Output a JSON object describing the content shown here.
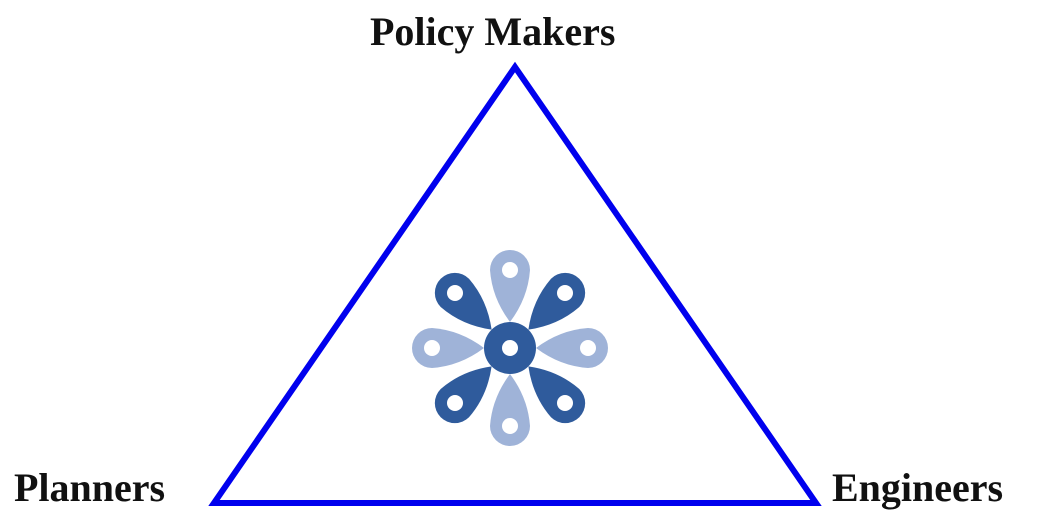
{
  "nodes": {
    "top": "Policy Makers",
    "left": "Planners",
    "right": "Engineers"
  },
  "colors": {
    "triangle_stroke": "#0000ee",
    "logo_dark": "#2f5b9c",
    "logo_light": "#9fb3d8",
    "label_text": "#111111"
  },
  "logo": {
    "icon": "flower-petal-logo"
  }
}
